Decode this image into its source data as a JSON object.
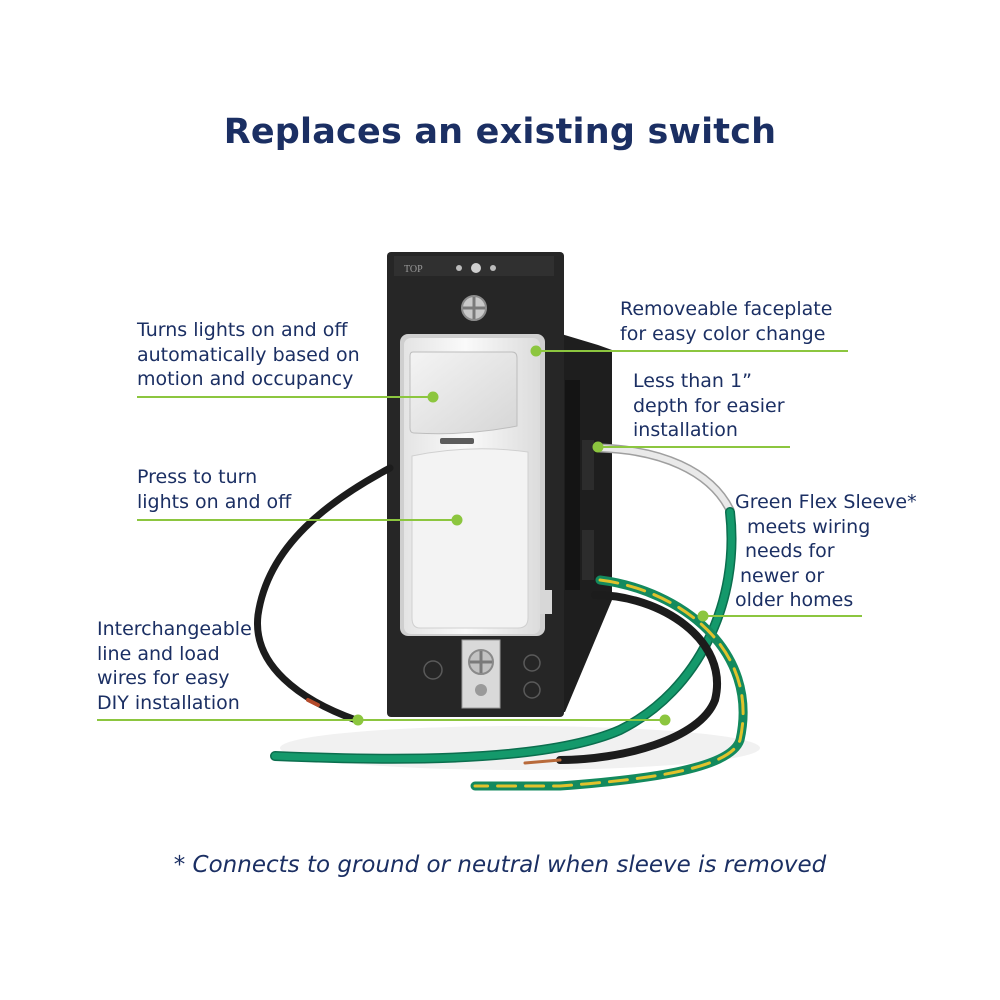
{
  "title": "Replaces an existing switch",
  "callouts": {
    "motion": [
      "Turns lights on and off",
      "automatically based on",
      "motion and occupancy"
    ],
    "press": [
      "Press to turn",
      "lights on and off"
    ],
    "wires": [
      "Interchangeable",
      "line and load",
      "wires for easy",
      "DIY installation"
    ],
    "faceplate": [
      "Removeable faceplate",
      "for easy color change"
    ],
    "depth": [
      "Less than 1”",
      "depth for easier",
      "installation"
    ],
    "sleeve": [
      "Green Flex Sleeve*",
      "meets wiring",
      "needs for",
      "newer or",
      "older homes"
    ]
  },
  "device_marking": "TOP",
  "footnote": "* Connects to ground or neutral when sleeve is removed",
  "colors": {
    "text": "#1b2f63",
    "leader": "#8cc63f",
    "strap": "#262626",
    "face": "#f2f2f2",
    "green_wire": "#0f8a63",
    "black_wire": "#1c1c1c",
    "white_wire": "#e6e6e6"
  }
}
